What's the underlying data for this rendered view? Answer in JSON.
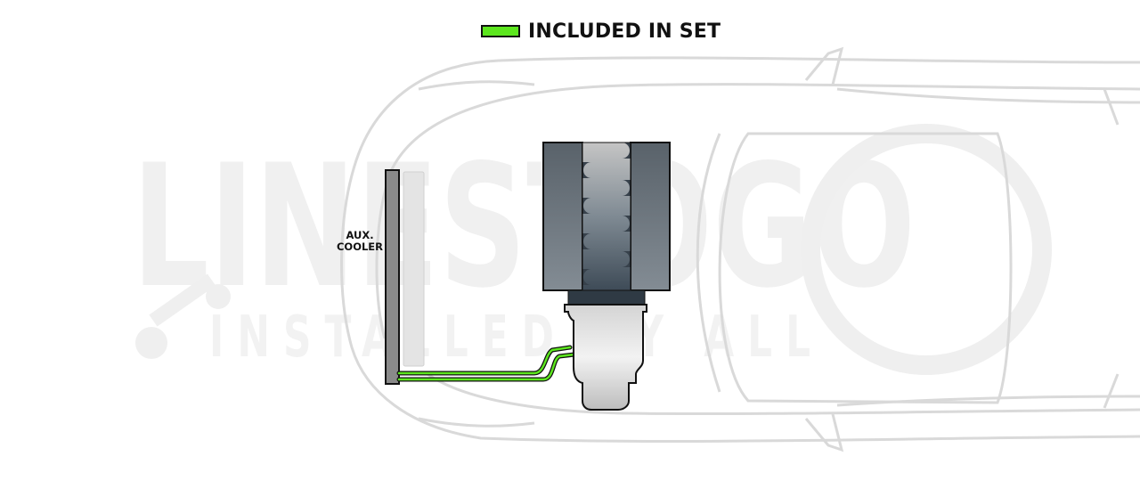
{
  "legend": {
    "swatch_color": "#5ce61e",
    "label": "INCLUDED IN SET"
  },
  "watermark": {
    "brand": "LINESTOGO",
    "tagline": "INSTALLED BY ALL"
  },
  "components": {
    "aux_cooler": {
      "label_line1": "AUX.",
      "label_line2": "COOLER",
      "color": "#8a8a8a"
    },
    "radiator": {
      "color": "#e4e4e4"
    },
    "transmission": {
      "housing_color": "#5f6a72",
      "pan_color": "#e8e8e8"
    },
    "lines": {
      "color": "#5ce61e",
      "count": 2
    }
  },
  "vehicle": {
    "outline_color": "#d8d8d8",
    "view": "top-down"
  }
}
